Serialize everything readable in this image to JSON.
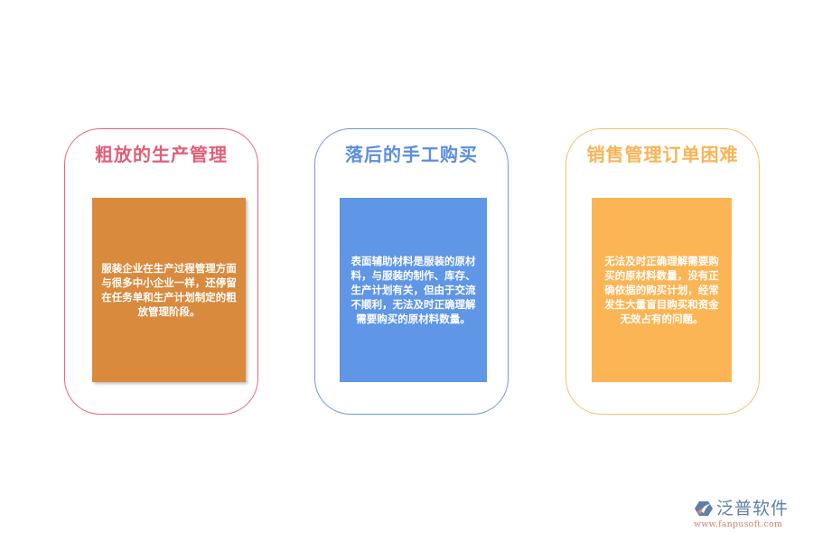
{
  "cards": [
    {
      "title": "粗放的生产管理",
      "body": "服装企业在生产过程管理方面与很多中小企业一样，还停留在任务单和生产计划制定的粗放管理阶段。",
      "border_color": "#e8677f",
      "title_color": "#e25d78",
      "box_color": "#d98a3c"
    },
    {
      "title": "落后的手工购买",
      "body": "表面辅助材料是服装的原材料，与服装的制作、库存、生产计划有关，但由于交流不顺利，无法及时正确理解需要购买的原材料数量。",
      "border_color": "#6a9be0",
      "title_color": "#5b8ee0",
      "box_color": "#5f96e6"
    },
    {
      "title": "销售管理订单困难",
      "body": "无法及时正确理解需要购买的原材料数量，没有正确依据的购买计划，经常发生大量盲目购买和资金无效占有的问题。",
      "border_color": "#fbc06a",
      "title_color": "#f9b355",
      "box_color": "#fbb554"
    }
  ],
  "logo": {
    "icon": "fanpu-logo-icon",
    "name": "泛普软件",
    "url": "www.fanpusoft.com"
  }
}
